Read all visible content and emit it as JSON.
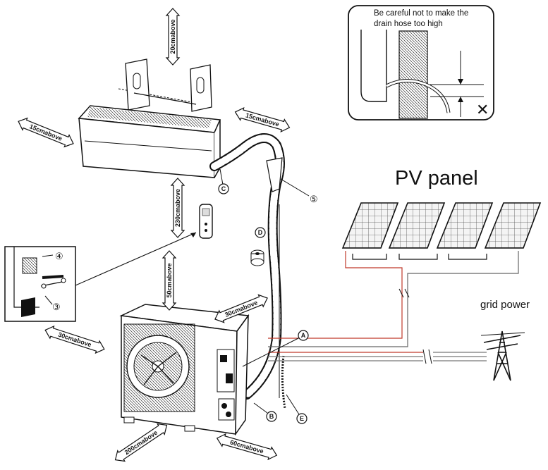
{
  "callout": {
    "line1": "Be careful not to make the",
    "line2": "drain hose too high",
    "mark": "✕"
  },
  "pv_panel": {
    "label": "PV panel"
  },
  "grid": {
    "label": "grid power"
  },
  "clearances": {
    "top": "20cmabove",
    "left": "15cmabove",
    "right": "15cmabove",
    "below": "230cmabove",
    "outdoor_top": "50cmabove",
    "outdoor_left": "30cmabove",
    "outdoor_right": "30cmabove",
    "outdoor_front": "200cmabove",
    "outdoor_side": "60cmabove"
  },
  "parts": {
    "A": "A",
    "B": "B",
    "C": "C",
    "D": "D",
    "E": "E",
    "n3": "③",
    "n4": "④",
    "n5": "⑤"
  },
  "colors": {
    "line": "#111111",
    "dc_red": "#c0392b",
    "ac_grey": "#777777",
    "panel_fill": "#e8e8e8"
  }
}
